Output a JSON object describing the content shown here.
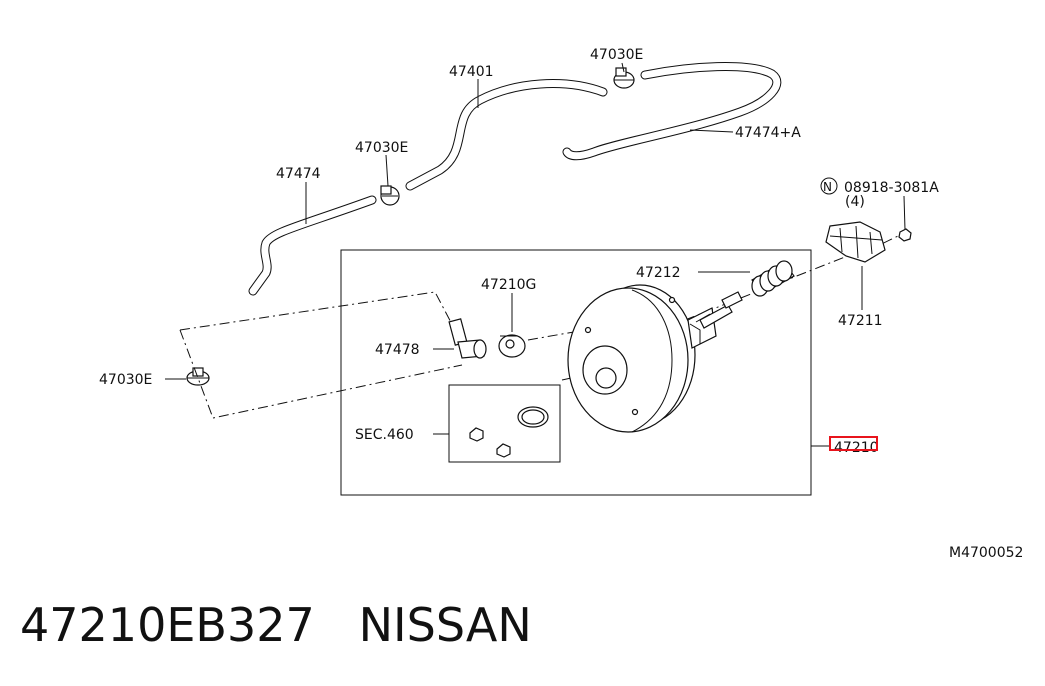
{
  "diagram": {
    "labels": {
      "c_47030E_top": "47030E",
      "hose_47401": "47401",
      "hose_47474A": "47474+A",
      "c_47030E_mid": "47030E",
      "hose_47474": "47474",
      "bolt_code": "08918-3081A",
      "bolt_qty": "(4)",
      "bracket_47211": "47211",
      "rod_47212": "47212",
      "grommet_47210G": "47210G",
      "valve_47478": "47478",
      "c_47030E_left": "47030E",
      "sec_460": "SEC.460",
      "booster_47210": "47210",
      "drawing_id": "M4700052"
    },
    "bolt_marker": "N",
    "highlight_color": "#e8141c"
  },
  "caption": {
    "part_number": "47210EB327",
    "brand": "NISSAN"
  }
}
